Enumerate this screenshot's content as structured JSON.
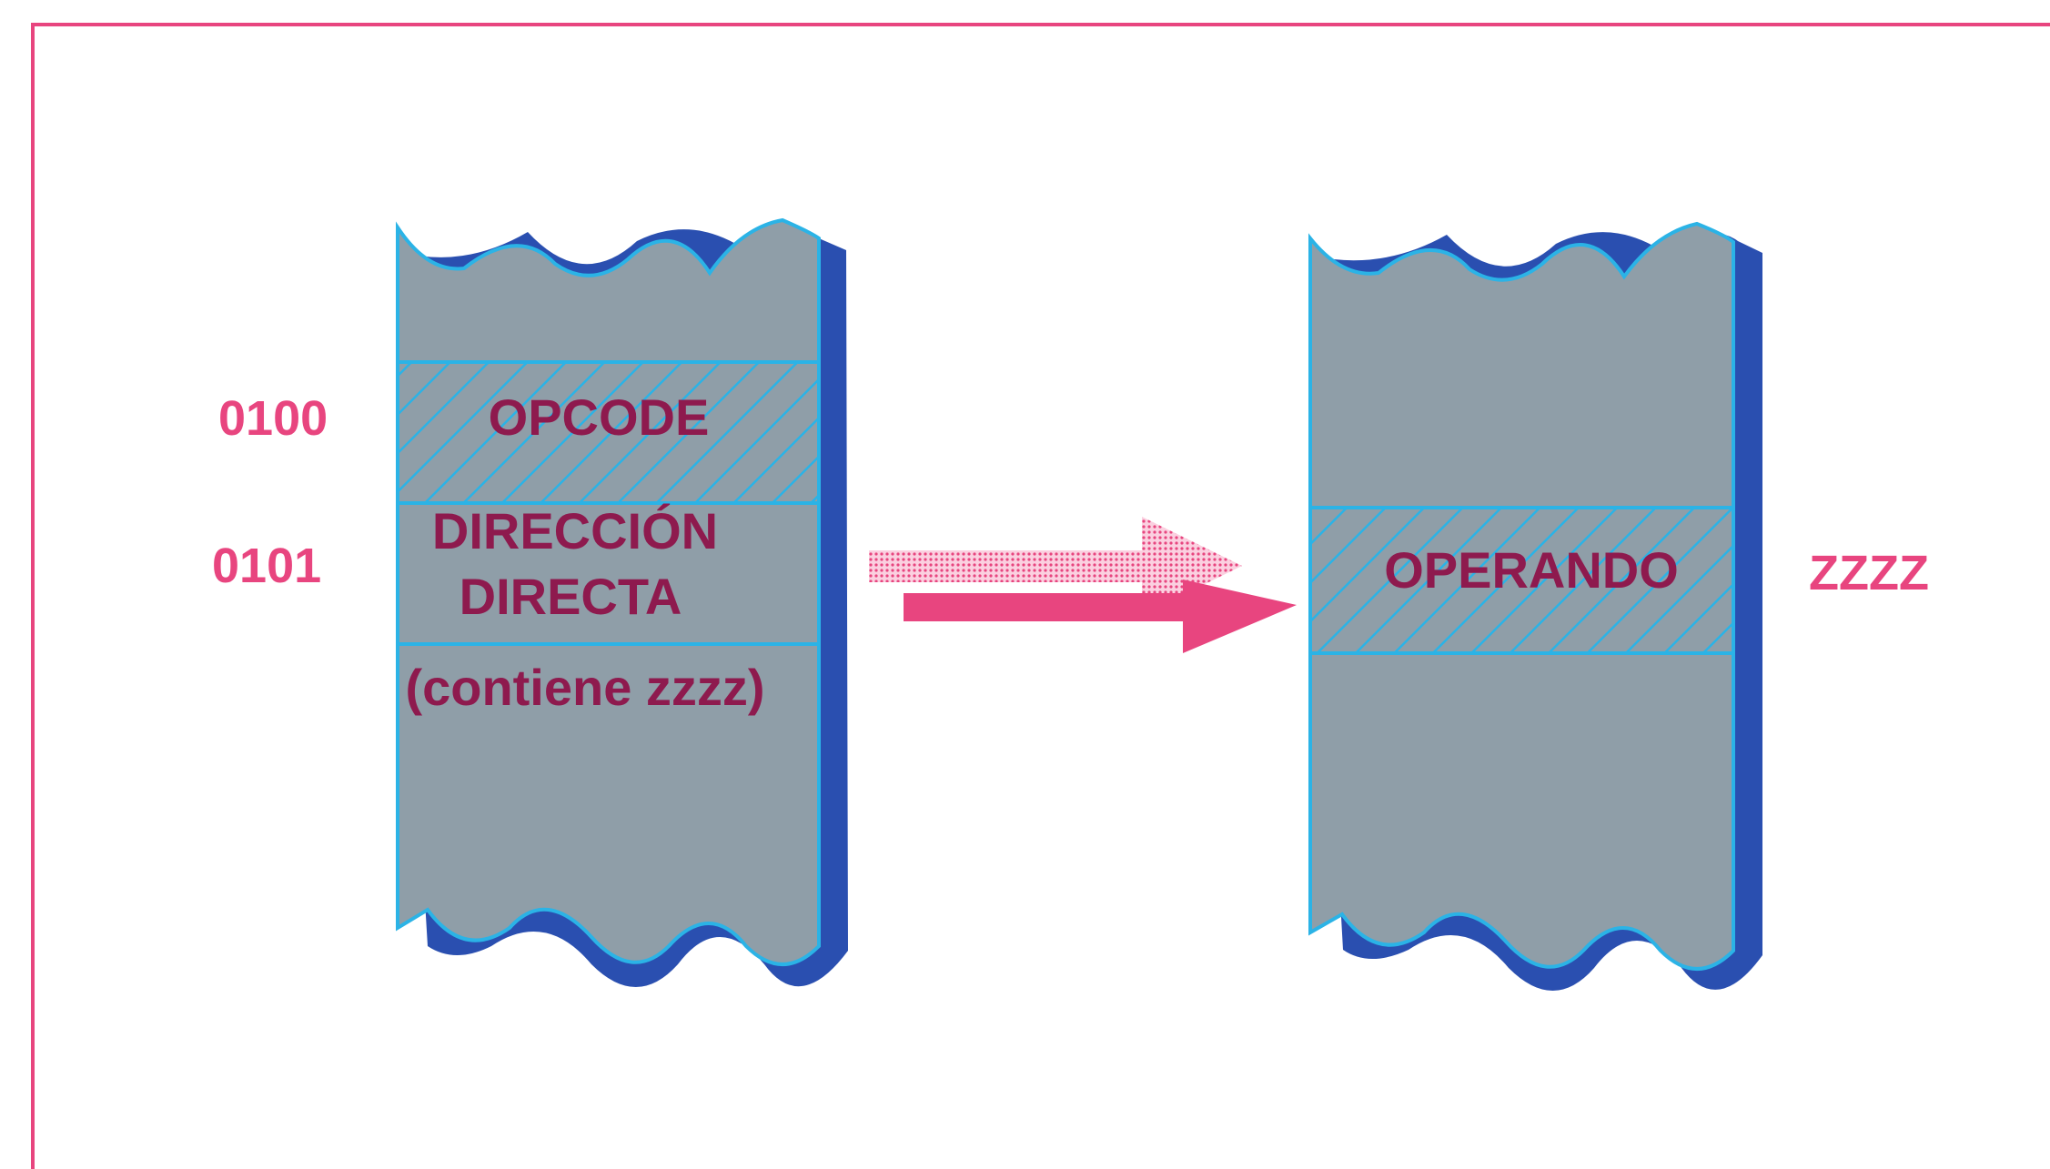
{
  "colors": {
    "frame": "#e8457f",
    "memory_fill": "#8f9ea8",
    "memory_edge": "#2bb3e6",
    "memory_shadow": "#2a4fb0",
    "cell_text": "#8e1a4e",
    "address_text": "#e8457f",
    "arrow": "#e8457f",
    "arrow_dotted": "#f6a5c4"
  },
  "left_memory": {
    "address_opcode": "0100",
    "address_direct": "0101",
    "opcode_label": "OPCODE",
    "direct_line1": "DIRECCIÓN",
    "direct_line2": "DIRECTA",
    "contains_label": "(contiene zzzz)"
  },
  "right_memory": {
    "operand_label": "OPERANDO",
    "operand_address": "ZZZZ"
  },
  "icons": {
    "arrow": "right-arrow-icon"
  }
}
